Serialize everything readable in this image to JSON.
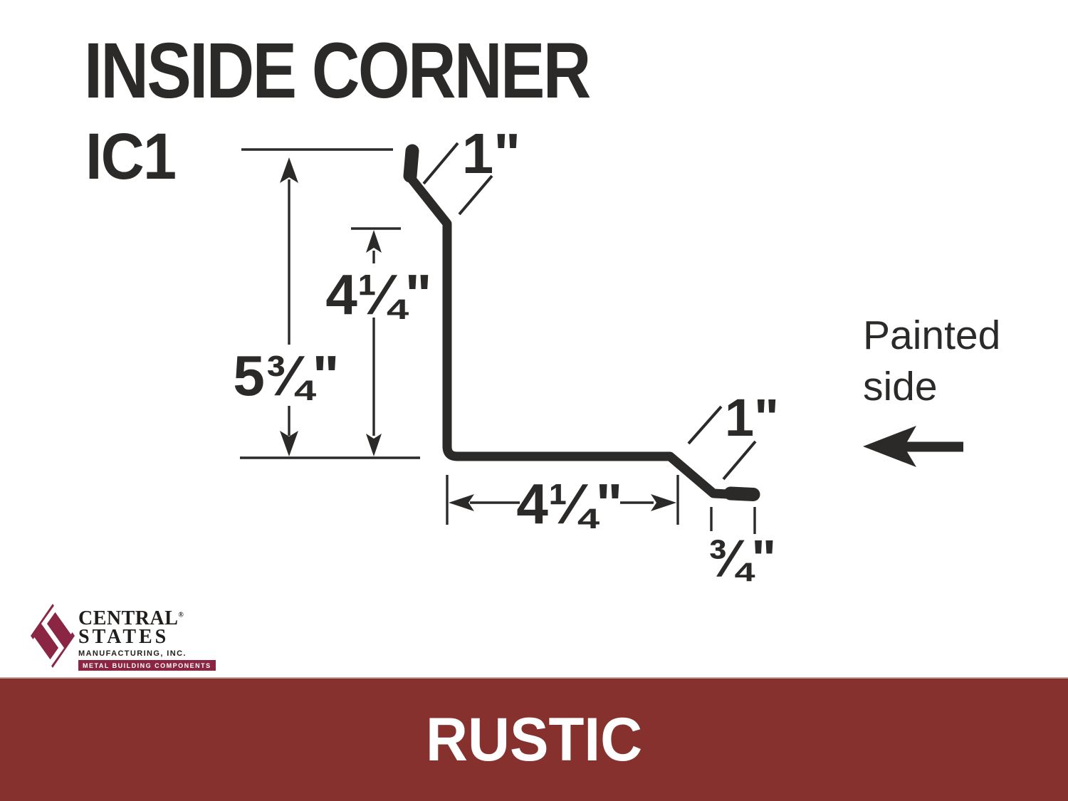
{
  "header": {
    "title": "INSIDE CORNER",
    "product_code": "IC1"
  },
  "diagram": {
    "dims": {
      "total_height": "5¾\"",
      "upper_leg": "4¼\"",
      "top_hem": "1\"",
      "bottom_width": "4¼\"",
      "bottom_kick": "1\"",
      "bottom_lip": "¾\""
    },
    "painted_side": {
      "line1": "Painted",
      "line2": "side"
    }
  },
  "logo": {
    "brand_line1": "CENTRAL",
    "registered": "®",
    "brand_line2": "STATES",
    "brand_line3": "MANUFACTURING, INC.",
    "tagline": "METAL BUILDING COMPONENTS"
  },
  "banner": {
    "label": "RUSTIC"
  },
  "colors": {
    "ink": "#2b2a28",
    "banner_red": "#87312e",
    "logo_maroon": "#8a2544",
    "background": "#ffffff"
  }
}
